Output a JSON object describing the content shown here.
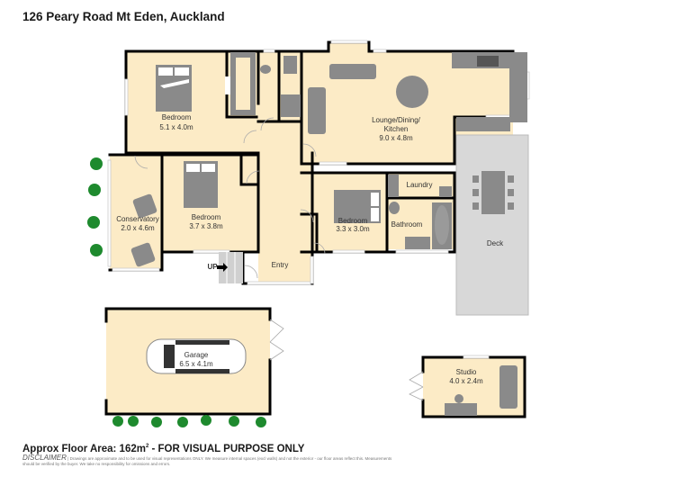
{
  "header": {
    "title": "126 Peary Road Mt Eden, Auckland"
  },
  "colors": {
    "floor": "#fcebc6",
    "wall": "#000000",
    "furniture": "#8a8a8a",
    "deck": "#d8d8d8",
    "tree": "#1e8a2e"
  },
  "rooms": [
    {
      "name": "Bedroom",
      "size": "5.1 x 4.0m"
    },
    {
      "name": "Lounge/Dining/",
      "name2": "Kitchen",
      "size": "9.0 x 4.8m"
    },
    {
      "name": "Conservatory",
      "size": "2.0 x 4.6m"
    },
    {
      "name": "Bedroom",
      "size": "3.7 x 3.8m"
    },
    {
      "name": "Bedroom",
      "size": "3.3 x 3.0m"
    },
    {
      "name": "Laundry"
    },
    {
      "name": "Bathroom"
    },
    {
      "name": "Deck"
    },
    {
      "name": "Entry"
    },
    {
      "name": "Garage",
      "size": "6.5 x 4.1m"
    },
    {
      "name": "Studio",
      "size": "4.0 x 2.4m"
    }
  ],
  "stairs": {
    "label": "UP"
  },
  "footer": {
    "area_prefix": "Approx Floor Area: 162m",
    "area_sup": "2",
    "area_suffix": " - FOR VISUAL PURPOSE ONLY",
    "disclaimer_title": "DISCLAIMER",
    "disclaimer_text": " | Drawings are approximate and to be used for visual representations ONLY. We measure internal spaces (excl walls) and not the exterior - our floor areas reflect this. Measurements should be verified by the buyer. We take no responsibility for omissions and errors."
  }
}
